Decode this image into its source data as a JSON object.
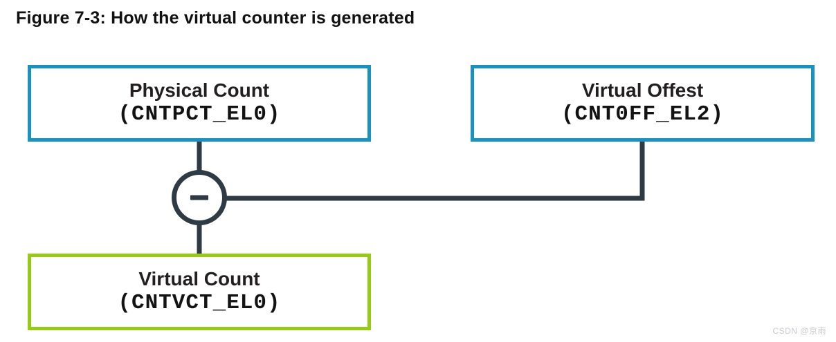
{
  "figure": {
    "title": "Figure 7-3: How the virtual counter is generated"
  },
  "diagram": {
    "boxes": [
      {
        "id": "physical-count",
        "label": "Physical Count",
        "register": "(CNTPCT_EL0)",
        "border_color": "#1b92bd"
      },
      {
        "id": "virtual-offset",
        "label": "Virtual Offest",
        "register": "(CNT0FF_EL2)",
        "border_color": "#1b92bd"
      },
      {
        "id": "virtual-count",
        "label": "Virtual Count",
        "register": "(CNTVCT_EL0)",
        "border_color": "#95ca19"
      }
    ],
    "operator": {
      "icon": "minus-icon",
      "symbol": "-"
    },
    "connections": [
      "physical-count -> subtract-node",
      "virtual-offset -> subtract-node",
      "subtract-node -> virtual-count"
    ],
    "colors": {
      "box_border_blue": "#1b92bd",
      "box_border_green": "#95ca19",
      "connector": "#2e3a44",
      "label_text": "#231f20",
      "title_text": "#111111",
      "watermark_text": "#c8cad0"
    }
  },
  "watermark": {
    "text": "CSDN @京雨"
  }
}
